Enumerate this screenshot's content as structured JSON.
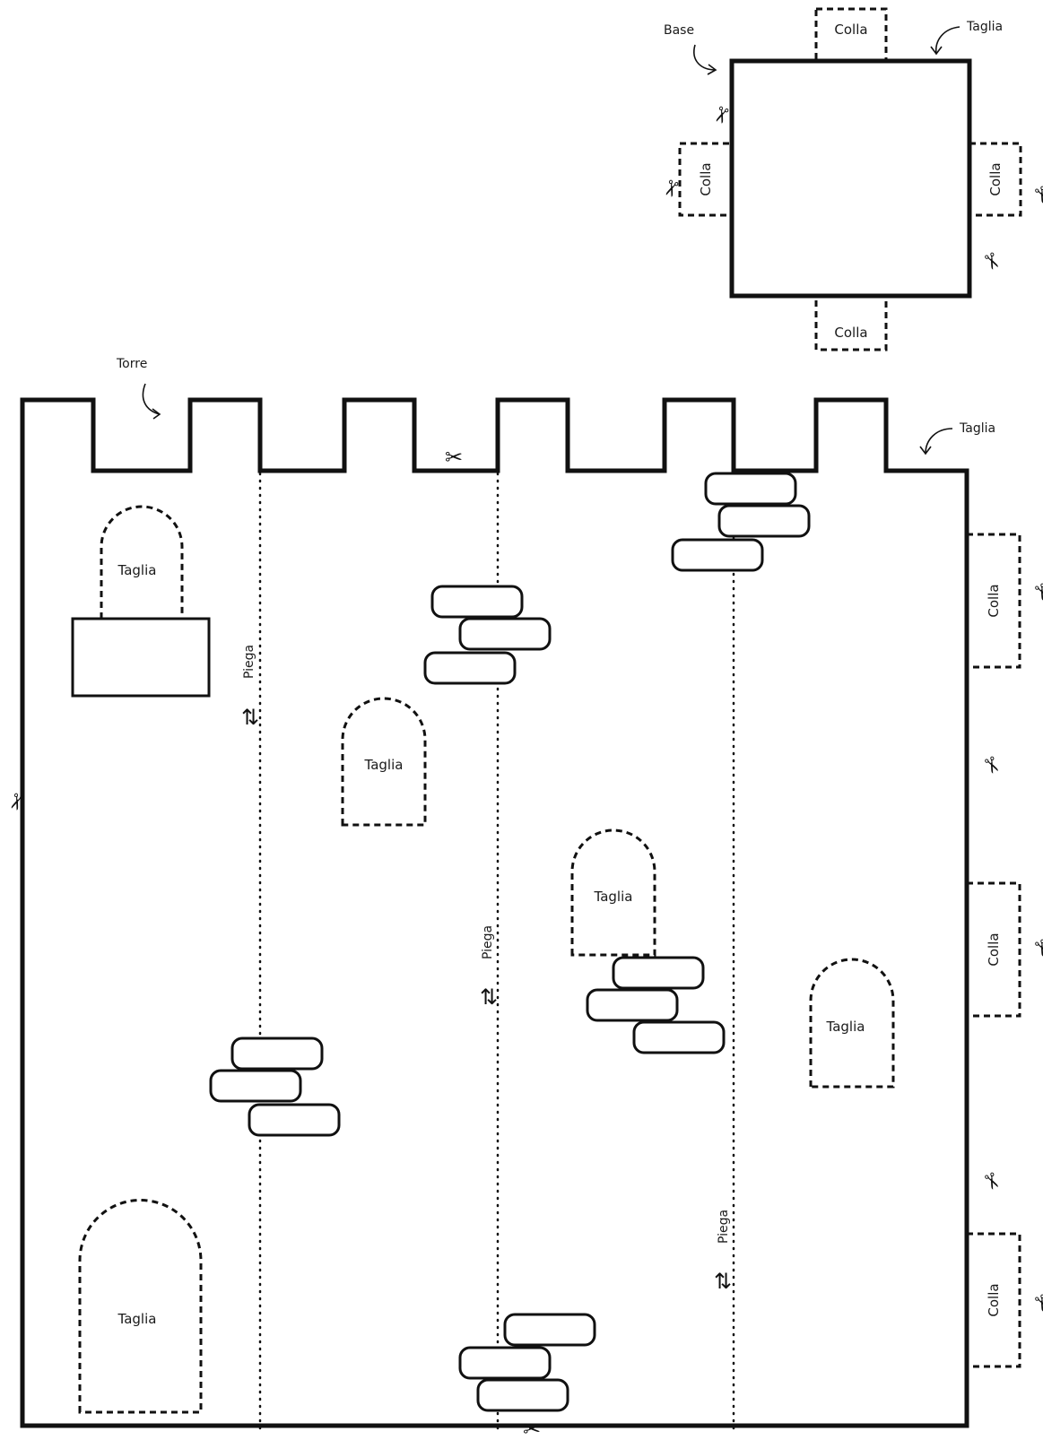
{
  "base": {
    "label": "Base",
    "cut_label": "Taglia",
    "tabs": [
      "Colla",
      "Colla",
      "Colla",
      "Colla"
    ]
  },
  "tower": {
    "label": "Torre",
    "cut_label": "Taglia",
    "windows": [
      "Taglia",
      "Taglia",
      "Taglia",
      "Taglia",
      "Taglia"
    ],
    "fold_lines": [
      "Piega",
      "Piega",
      "Piega"
    ],
    "side_tabs": [
      "Colla",
      "Colla",
      "Colla"
    ]
  },
  "icons": {
    "scissors": "scissors-icon",
    "fold_arrows": "fold-arrows-icon",
    "curved_arrow": "curved-arrow-icon"
  },
  "colors": {
    "line": "#111111",
    "background": "#ffffff"
  }
}
